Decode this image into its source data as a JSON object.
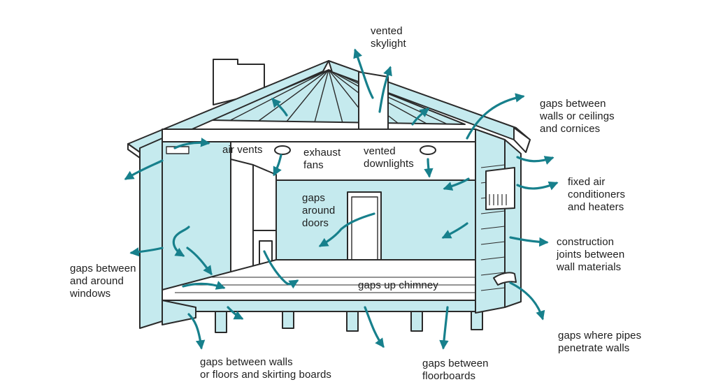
{
  "colors": {
    "fill": "#c5eaee",
    "outline": "#2a2a2a",
    "arrow": "#17808c",
    "text": "#1d1d1d"
  },
  "labels": {
    "vented_skylight": [
      "vented",
      "skylight"
    ],
    "gaps_walls_ceilings": [
      "gaps between",
      "walls or ceilings",
      "and cornices"
    ],
    "air_vents": [
      "air vents"
    ],
    "exhaust_fans": [
      "exhaust",
      "fans"
    ],
    "vented_downlights": [
      "vented",
      "downlights"
    ],
    "fixed_air_conditioners": [
      "fixed air",
      "conditioners",
      "and heaters"
    ],
    "gaps_around_doors": [
      "gaps",
      "around",
      "doors"
    ],
    "construction_joints": [
      "construction",
      "joints between",
      "wall materials"
    ],
    "gaps_windows": [
      "gaps between",
      "and around",
      "windows"
    ],
    "gaps_chimney": [
      "gaps up chimney"
    ],
    "gaps_pipes": [
      "gaps where pipes",
      "penetrate walls"
    ],
    "gaps_skirting": [
      "gaps between walls",
      "or floors and skirting boards"
    ],
    "gaps_floorboards": [
      "gaps between",
      "floorboards"
    ]
  }
}
